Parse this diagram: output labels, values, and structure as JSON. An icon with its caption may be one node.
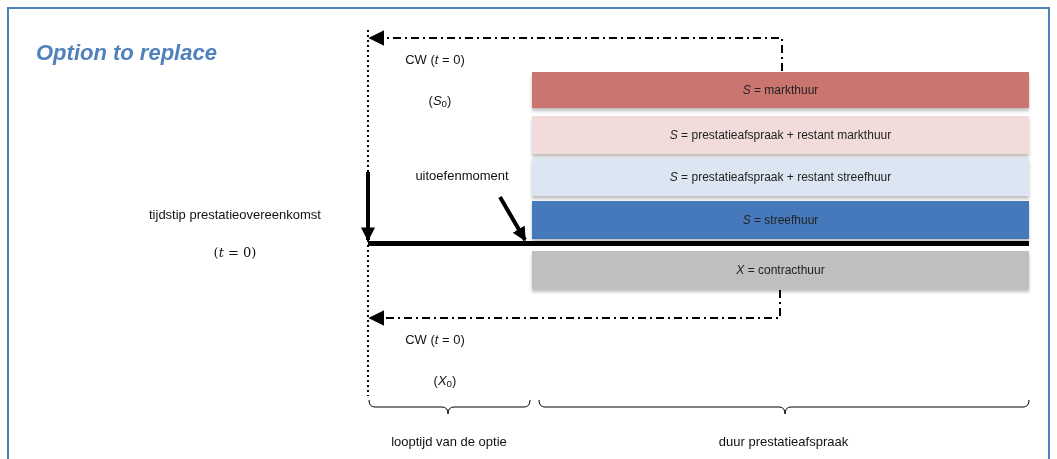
{
  "diagram": {
    "title": "Option to replace",
    "nodes": [
      {
        "text": [
          "*S* = markthuur"
        ]
      },
      {
        "text": [
          "*S* = prestatieafspraak + restant markthuur"
        ]
      },
      {
        "text": [
          "*S* = prestatieafspraak + restant streefhuur"
        ]
      },
      {
        "text": [
          "*S* = streefhuur"
        ]
      },
      {
        "text": [
          "*X* = contracthuur"
        ]
      },
      {
        "text": [
          "tijdstip prestatieovereenkomst",
          "(*t* = 0)"
        ]
      },
      {
        "text": [
          "uitoefenmoment"
        ]
      },
      {
        "text": [],
        "shape": "bar"
      }
    ],
    "edges": [
      {
        "from": 0,
        "to": null,
        "arrow": "to",
        "style": "dashed"
      },
      {
        "from": 4,
        "to": null,
        "arrow": "to",
        "style": "dashed"
      },
      {
        "from": null,
        "to": 7,
        "arrow": "to",
        "style": "thick"
      },
      {
        "from": 6,
        "to": 7,
        "arrow": "to",
        "style": "thick"
      }
    ],
    "labels": [
      "CW (*t* = 0)",
      "(*S*$_{0}$)",
      "CW (*t* = 0)",
      "(*X*$_{0}$)",
      "looptijd van de optie",
      "duur prestatieafspraak"
    ]
  }
}
